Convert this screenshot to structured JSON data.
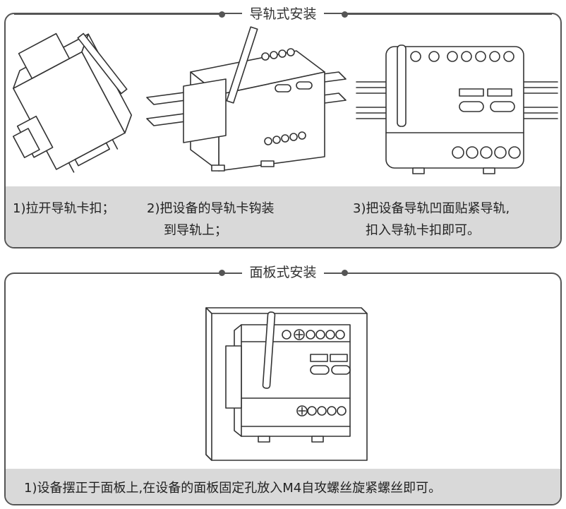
{
  "sections": [
    {
      "title": "导轨式安装",
      "steps": [
        {
          "line1": "1)拉开导轨卡扣；"
        },
        {
          "line1": "2)把设备的导轨卡钩装",
          "line2": "到导轨上；"
        },
        {
          "line1": "3)把设备导轨凹面贴紧导轨,",
          "line2": "扣入导轨卡扣即可。"
        }
      ]
    },
    {
      "title": "面板式安装",
      "steps": [
        {
          "line1": "1)设备摆正于面板上,在设备的面板固定孔放入M4自攻螺丝旋紧螺丝即可。"
        }
      ]
    }
  ],
  "colors": {
    "outline": "#555555",
    "caption_band": "#d9d9d9",
    "background": "#ffffff"
  }
}
